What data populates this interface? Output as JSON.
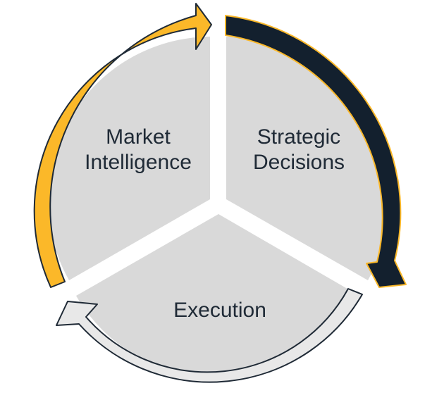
{
  "diagram": {
    "segments": [
      {
        "id": "market",
        "line1": "Market",
        "line2": "Intelligence"
      },
      {
        "id": "strategic",
        "line1": "Strategic",
        "line2": "Decisions"
      },
      {
        "id": "execution",
        "label": "Execution"
      }
    ],
    "colors": {
      "segment_fill": "#d9d9d9",
      "arrow_gold": "#fbb829",
      "arrow_navy": "#13202e",
      "arrow_light": "#e8e8e8",
      "text": "#1f2a36",
      "outline": "#1f2a36"
    }
  }
}
